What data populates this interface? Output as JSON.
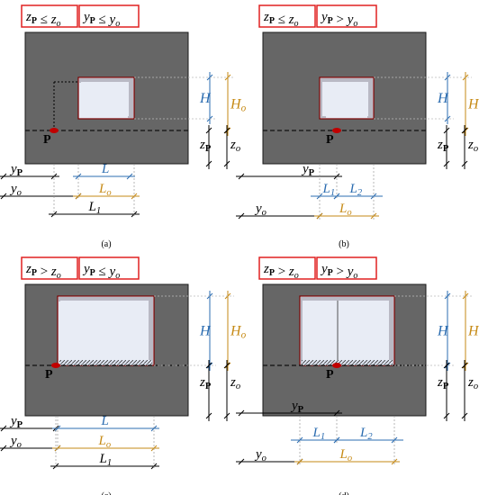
{
  "colors": {
    "wall": "#666666",
    "wall_stroke": "#1a1a1a",
    "window_fill": "#e8ecf5",
    "window_frame": "#7a0000",
    "badge_border": "#e02020",
    "blue_dim": "#2b6cb0",
    "orange_dim": "#c68a15",
    "black_dim": "#000000",
    "point": "#c00000"
  },
  "panels": [
    {
      "caption": "(a)",
      "cond1": "zP ≤ zo",
      "cond2": "yP ≤ yo",
      "point_label": "P",
      "labels": {
        "H": "H",
        "Ho": "Ho",
        "zP": "zP",
        "zo": "zo",
        "yP": "yP",
        "yo": "yo",
        "L": "L",
        "Lo": "Lo",
        "L1": "L1"
      }
    },
    {
      "caption": "(b)",
      "cond1": "zP ≤ zo",
      "cond2": "yP > yo",
      "point_label": "P",
      "labels": {
        "H": "H",
        "Ho": "Ho",
        "zP": "zP",
        "zo": "zo",
        "yP": "yP",
        "yo": "yo",
        "L1": "L1",
        "L2": "L2",
        "Lo": "Lo"
      }
    },
    {
      "caption": "(c)",
      "cond1": "zP > zo",
      "cond2": "yP ≤ yo",
      "point_label": "P",
      "labels": {
        "H": "H",
        "Ho": "Ho",
        "zP": "zP",
        "zo": "zo",
        "yP": "yP",
        "yo": "yo",
        "L": "L",
        "Lo": "Lo",
        "L1": "L1"
      }
    },
    {
      "caption": "(d)",
      "cond1": "zP > zo",
      "cond2": "yP > yo",
      "point_label": "P",
      "labels": {
        "H": "H",
        "Ho": "Ho",
        "zP": "zP",
        "zo": "zo",
        "yP": "yP",
        "yo": "yo",
        "L1": "L1",
        "L2": "L2",
        "Lo": "Lo"
      }
    }
  ]
}
